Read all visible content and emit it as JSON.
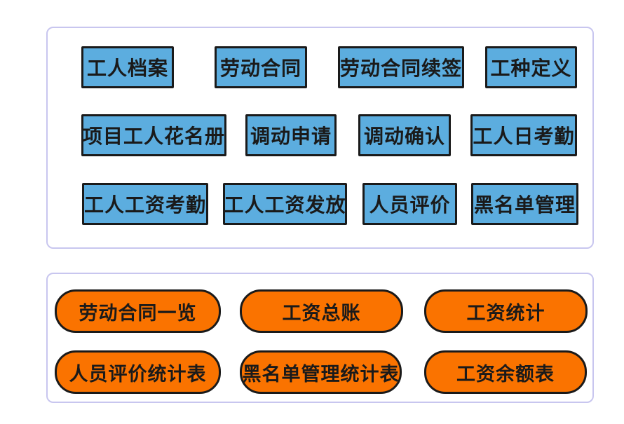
{
  "colors": {
    "background": "#ffffff",
    "panel_border": "#c8c6ef",
    "module_fill": "#5caddf",
    "report_fill": "#fa7300",
    "shape_border": "#1a1a1a",
    "text": "#1a1a1a"
  },
  "top_panel": {
    "items": [
      {
        "label": "工人档案"
      },
      {
        "label": "劳动合同"
      },
      {
        "label": "劳动合同续签"
      },
      {
        "label": "工种定义"
      },
      {
        "label": "项目工人花名册"
      },
      {
        "label": "调动申请"
      },
      {
        "label": "调动确认"
      },
      {
        "label": "工人日考勤"
      },
      {
        "label": "工人工资考勤"
      },
      {
        "label": "工人工资发放"
      },
      {
        "label": "人员评价"
      },
      {
        "label": "黑名单管理"
      }
    ]
  },
  "bottom_panel": {
    "items": [
      {
        "label": "劳动合同一览"
      },
      {
        "label": "工资总账"
      },
      {
        "label": "工资统计"
      },
      {
        "label": "人员评价统计表"
      },
      {
        "label": "黑名单管理统计表"
      },
      {
        "label": "工资余额表"
      }
    ]
  }
}
